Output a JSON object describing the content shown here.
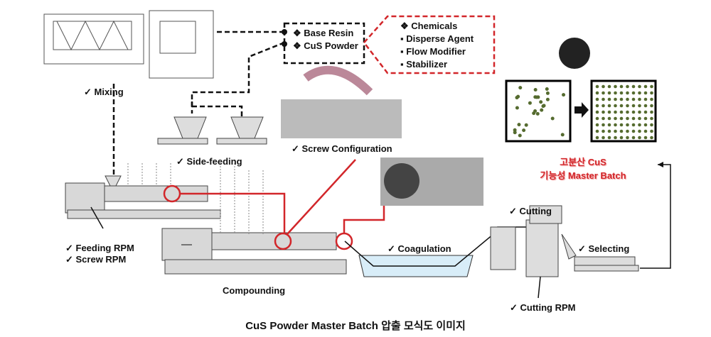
{
  "labels": {
    "mixing": "✓ Mixing",
    "side_feeding": "✓ Side-feeding",
    "screw_configuration": "✓ Screw Configuration",
    "feeding_rpm": "✓ Feeding RPM",
    "screw_rpm": "✓ Screw RPM",
    "compounding": "Compounding",
    "coagulation": "✓ Coagulation",
    "cutting": "✓ Cutting",
    "cutting_rpm": "✓ Cutting RPM",
    "selecting": "✓ Selecting"
  },
  "materials": [
    "❖ Base Resin",
    "❖ CuS Powder"
  ],
  "additives": [
    "❖ Chemicals",
    "▪ Disperse Agent",
    "▪ Flow Modifier",
    "▪ Stabilizer"
  ],
  "product": {
    "line1": "고분산 CuS",
    "line2": "기능성 Master Batch"
  },
  "caption": "CuS Powder Master Batch 압출 모식도 이미지",
  "colors": {
    "accent": "#d2262a",
    "dashed": "#111111"
  }
}
